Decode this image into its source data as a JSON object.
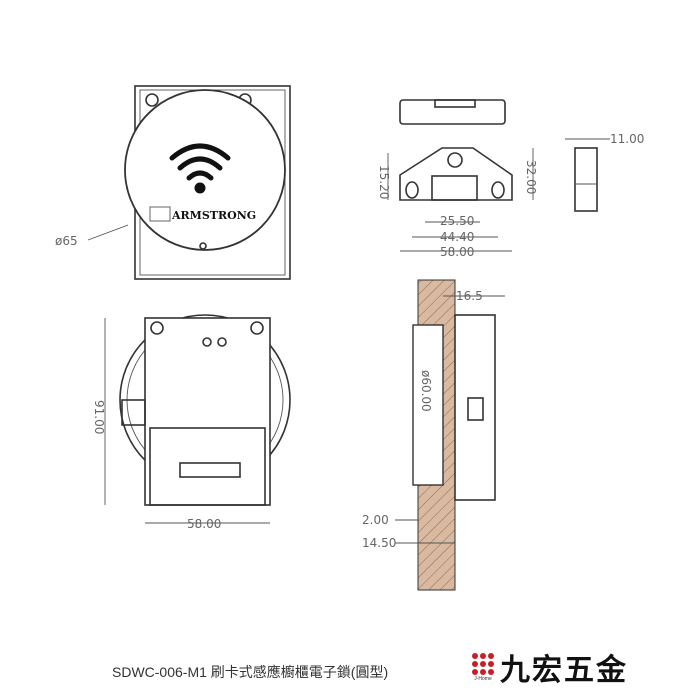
{
  "caption": "SDWC-006-M1 刷卡式感應櫥櫃電子鎖(圓型)",
  "logo": {
    "zh": "九宏五金",
    "en": "J-Home"
  },
  "brand_on_lock": "ARMSTRONG",
  "dimensions": {
    "diameter_front": "ø65",
    "striker_15": "15.20",
    "striker_32": "32.00",
    "striker_25": "25.50",
    "striker_44": "44.40",
    "striker_58": "58.00",
    "side_11": "11.00",
    "height_91": "91.00",
    "width_58": "58.00",
    "offset_16": "16.5",
    "diameter_60": "ø60.00",
    "gap_2": "2.00",
    "depth_14": "14.50"
  },
  "colors": {
    "accent": "#c8202a",
    "wood": "#d9b9a0"
  }
}
